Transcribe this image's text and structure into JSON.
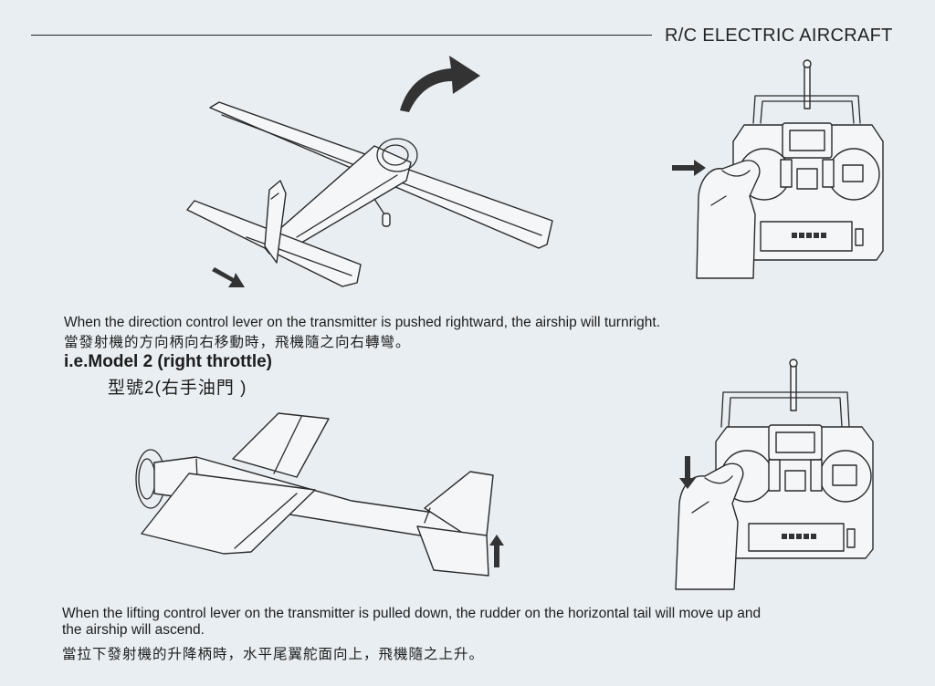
{
  "header": {
    "title": "R/C ELECTRIC AIRCRAFT"
  },
  "section1": {
    "caption_en": "When the direction control lever on the transmitter is pushed rightward, the airship will turnright.",
    "caption_zh": "當發射機的方向柄向右移動時，飛機隨之向右轉彎。"
  },
  "model": {
    "title": "i.e.Model 2 (right throttle)",
    "subtitle": "型號2(右手油門 )"
  },
  "section2": {
    "caption_en_line1": "When the lifting control lever on the transmitter is pulled down, the rudder on the horizontal tail will move up and",
    "caption_en_line2": "the airship will ascend.",
    "caption_zh": "當拉下發射機的升降柄時，水平尾翼舵面向上，飛機隨之上升。"
  },
  "icons": {
    "turn_arrow": "curved-arrow-icon",
    "push_arrow": "right-arrow-icon",
    "pull_arrow": "down-arrow-icon",
    "rudder_arrow": "down-right-arrow-icon",
    "elevator_arrow": "up-arrow-icon"
  }
}
